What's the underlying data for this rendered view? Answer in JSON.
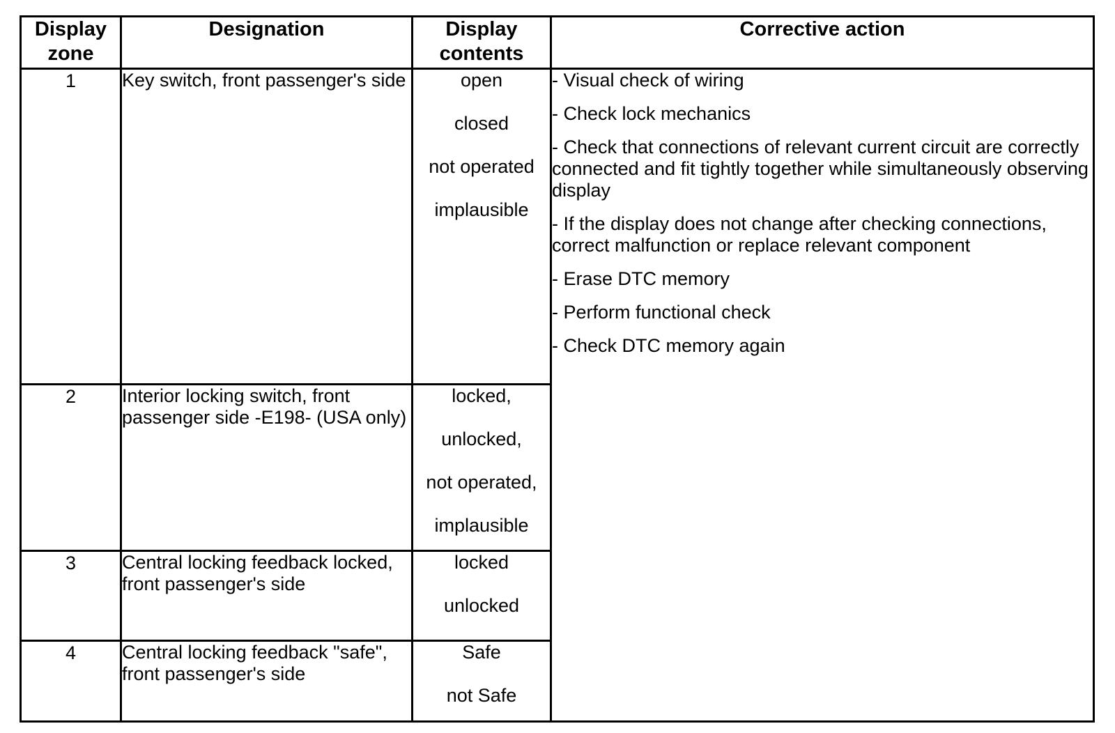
{
  "table": {
    "headers": [
      {
        "key": "display_zone",
        "label": "Display\nzone"
      },
      {
        "key": "designation",
        "label": "Designation"
      },
      {
        "key": "display_contents",
        "label": "Display\ncontents"
      },
      {
        "key": "corrective_action",
        "label": "Corrective action"
      }
    ],
    "rows": [
      {
        "display_zone": "1",
        "designation": "Key switch, front passenger's side",
        "display_contents": [
          "open",
          "closed",
          "not operated",
          "implausible"
        ]
      },
      {
        "display_zone": "2",
        "designation": "Interior locking switch, front passenger side -E198- (USA only)",
        "display_contents": [
          "locked,",
          "unlocked,",
          "not operated,",
          "implausible"
        ]
      },
      {
        "display_zone": "3",
        "designation": "Central locking feedback locked, front passenger's side",
        "display_contents": [
          "locked",
          "unlocked"
        ]
      },
      {
        "display_zone": "4",
        "designation": "Central locking feedback \"safe\", front passenger's side",
        "display_contents": [
          "Safe",
          "not Safe"
        ]
      }
    ],
    "corrective_action": [
      "- Visual check of wiring",
      "- Check lock mechanics",
      "- Check that connections of relevant current circuit are correctly connected and fit tightly together while simultaneously observing display",
      "- If the display does not change after checking connections, correct malfunction or replace relevant component",
      "- Erase DTC memory",
      "- Perform functional check",
      "- Check DTC memory again"
    ]
  },
  "colors": {
    "border": "#000000",
    "text": "#000000",
    "background": "#ffffff"
  }
}
